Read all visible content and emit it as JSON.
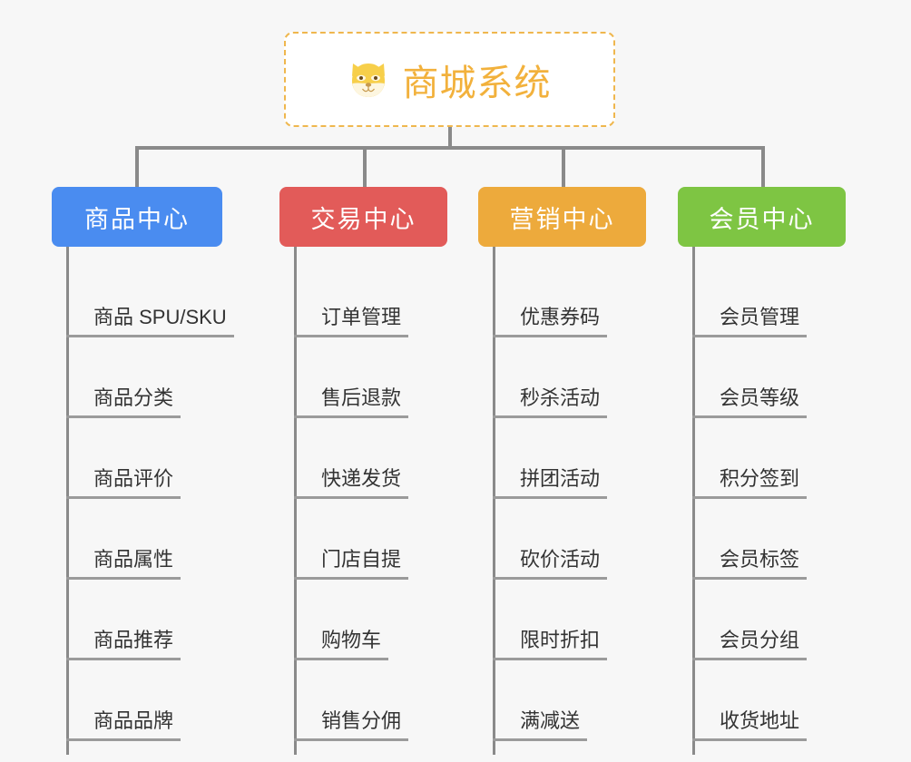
{
  "background_color": "#f7f7f7",
  "root": {
    "icon": "shiba-dog-face-icon",
    "title": "商城系统",
    "border_color": "#efb74e",
    "text_color": "#f2b13c",
    "fill_color": "#ffffff"
  },
  "connector_color": "#8a8a8a",
  "columns": [
    {
      "id": "product-center",
      "title": "商品中心",
      "color": "#4a8cf0",
      "items": [
        "商品 SPU/SKU",
        "商品分类",
        "商品评价",
        "商品属性",
        "商品推荐",
        "商品品牌"
      ]
    },
    {
      "id": "trade-center",
      "title": "交易中心",
      "color": "#e25b59",
      "items": [
        "订单管理",
        "售后退款",
        "快递发货",
        "门店自提",
        "购物车",
        "销售分佣"
      ]
    },
    {
      "id": "marketing-center",
      "title": "营销中心",
      "color": "#edaa3c",
      "items": [
        "优惠券码",
        "秒杀活动",
        "拼团活动",
        "砍价活动",
        "限时折扣",
        "满减送"
      ]
    },
    {
      "id": "member-center",
      "title": "会员中心",
      "color": "#7ec543",
      "items": [
        "会员管理",
        "会员等级",
        "积分签到",
        "会员标签",
        "会员分组",
        "收货地址"
      ]
    }
  ]
}
